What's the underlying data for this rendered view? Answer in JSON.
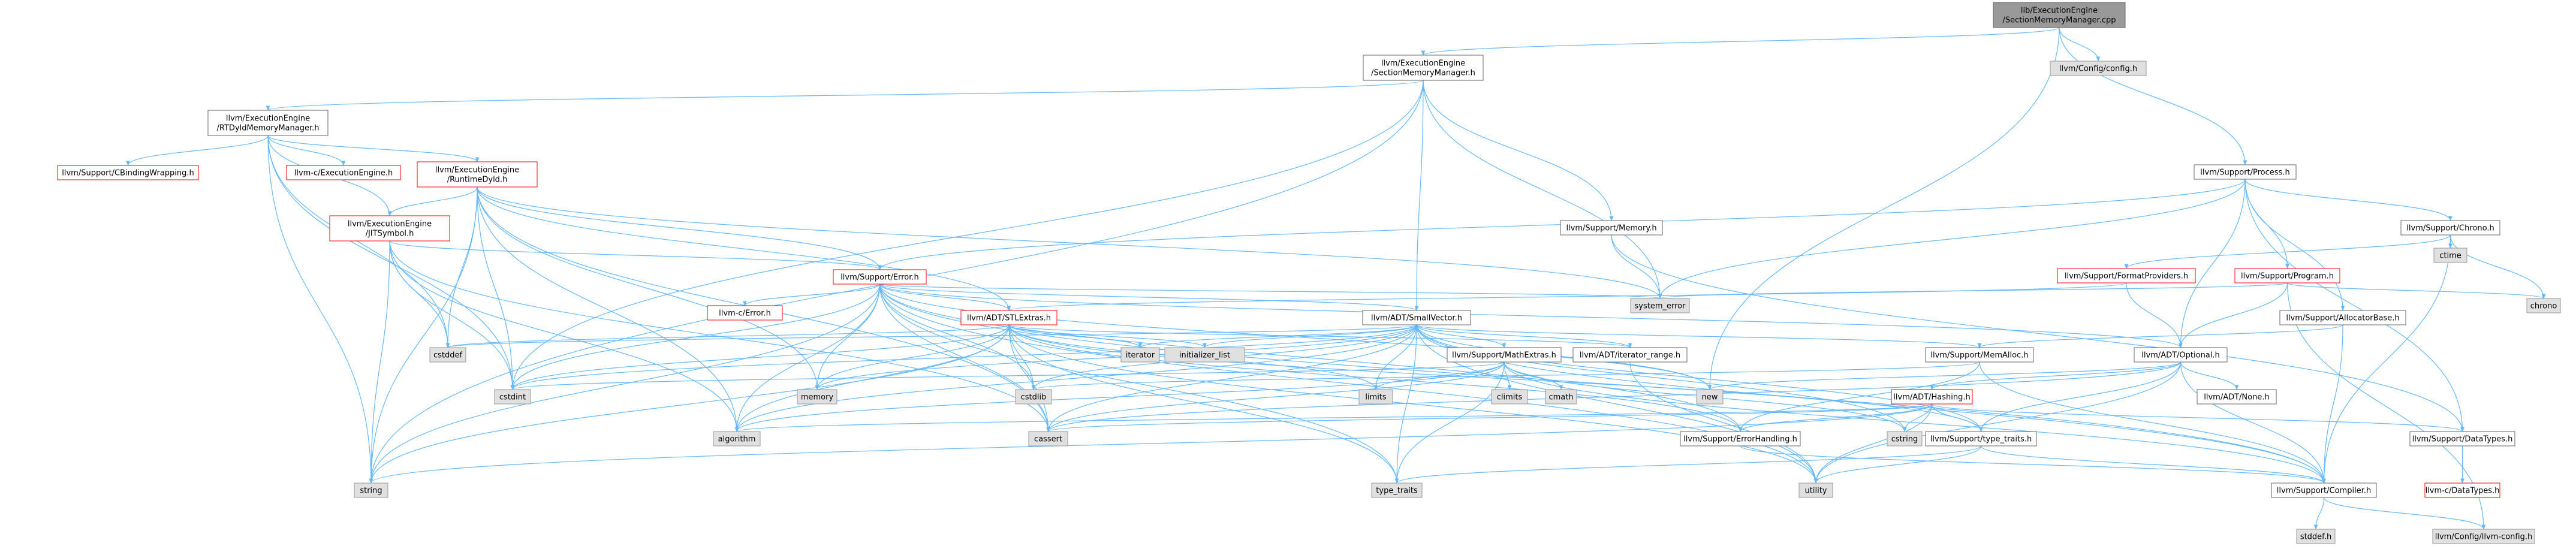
{
  "colors": {
    "root_fill": "#999999",
    "normal_fill": "#ffffff",
    "normal_stroke": "#666666",
    "red_stroke": "#ff0000",
    "red_text": "#ff0000",
    "grey_fill": "#e0e0e0",
    "grey_stroke": "#999999",
    "edge": "#63b8ff"
  },
  "nodes": [
    {
      "id": "root",
      "lines": [
        "lib/ExecutionEngine",
        "/SectionMemoryManager.cpp"
      ],
      "style": "root"
    },
    {
      "id": "smm_h",
      "lines": [
        "llvm/ExecutionEngine",
        "/SectionMemoryManager.h"
      ],
      "style": "normal"
    },
    {
      "id": "config_h",
      "lines": [
        "llvm/Config/config.h"
      ],
      "style": "grey"
    },
    {
      "id": "process_h",
      "lines": [
        "llvm/Support/Process.h"
      ],
      "style": "normal"
    },
    {
      "id": "rtdyld_mm_h",
      "lines": [
        "llvm/ExecutionEngine",
        "/RTDyldMemoryManager.h"
      ],
      "style": "normal"
    },
    {
      "id": "cbinding_h",
      "lines": [
        "llvm/Support/CBindingWrapping.h"
      ],
      "style": "red"
    },
    {
      "id": "llvmc_ee_h",
      "lines": [
        "llvm-c/ExecutionEngine.h"
      ],
      "style": "red"
    },
    {
      "id": "runtimedyld_h",
      "lines": [
        "llvm/ExecutionEngine",
        "/RuntimeDyld.h"
      ],
      "style": "red"
    },
    {
      "id": "jitsymbol_h",
      "lines": [
        "llvm/ExecutionEngine",
        "/JITSymbol.h"
      ],
      "style": "red"
    },
    {
      "id": "error_h",
      "lines": [
        "llvm/Support/Error.h"
      ],
      "style": "red"
    },
    {
      "id": "memory_h",
      "lines": [
        "llvm/Support/Memory.h"
      ],
      "style": "normal"
    },
    {
      "id": "chrono_h",
      "lines": [
        "llvm/Support/Chrono.h"
      ],
      "style": "normal"
    },
    {
      "id": "ctime",
      "lines": [
        "ctime"
      ],
      "style": "grey"
    },
    {
      "id": "format_prov_h",
      "lines": [
        "llvm/Support/FormatProviders.h"
      ],
      "style": "red"
    },
    {
      "id": "program_h",
      "lines": [
        "llvm/Support/Program.h"
      ],
      "style": "red"
    },
    {
      "id": "chrono",
      "lines": [
        "chrono"
      ],
      "style": "grey"
    },
    {
      "id": "system_error",
      "lines": [
        "system_error"
      ],
      "style": "grey"
    },
    {
      "id": "llvmc_error_h",
      "lines": [
        "llvm-c/Error.h"
      ],
      "style": "red"
    },
    {
      "id": "stlextras_h",
      "lines": [
        "llvm/ADT/STLExtras.h"
      ],
      "style": "red"
    },
    {
      "id": "smallvector_h",
      "lines": [
        "llvm/ADT/SmallVector.h"
      ],
      "style": "normal"
    },
    {
      "id": "allocbase_h",
      "lines": [
        "llvm/Support/AllocatorBase.h"
      ],
      "style": "normal"
    },
    {
      "id": "cstddef",
      "lines": [
        "cstddef"
      ],
      "style": "grey"
    },
    {
      "id": "iterator",
      "lines": [
        "iterator"
      ],
      "style": "grey"
    },
    {
      "id": "init_list",
      "lines": [
        "initializer_list"
      ],
      "style": "grey"
    },
    {
      "id": "iter_range_h",
      "lines": [
        "llvm/ADT/iterator_range.h"
      ],
      "style": "normal"
    },
    {
      "id": "mathextras_h",
      "lines": [
        "llvm/Support/MathExtras.h"
      ],
      "style": "normal"
    },
    {
      "id": "memalloc_h",
      "lines": [
        "llvm/Support/MemAlloc.h"
      ],
      "style": "normal"
    },
    {
      "id": "optional_h",
      "lines": [
        "llvm/ADT/Optional.h"
      ],
      "style": "normal"
    },
    {
      "id": "cstdint",
      "lines": [
        "cstdint"
      ],
      "style": "grey"
    },
    {
      "id": "memory",
      "lines": [
        "memory"
      ],
      "style": "grey"
    },
    {
      "id": "cstdlib",
      "lines": [
        "cstdlib"
      ],
      "style": "grey"
    },
    {
      "id": "limits",
      "lines": [
        "limits"
      ],
      "style": "grey"
    },
    {
      "id": "climits",
      "lines": [
        "climits"
      ],
      "style": "grey"
    },
    {
      "id": "cmath",
      "lines": [
        "cmath"
      ],
      "style": "grey"
    },
    {
      "id": "new",
      "lines": [
        "new"
      ],
      "style": "grey"
    },
    {
      "id": "none_h",
      "lines": [
        "llvm/ADT/None.h"
      ],
      "style": "normal"
    },
    {
      "id": "hashing_h",
      "lines": [
        "llvm/ADT/Hashing.h"
      ],
      "style": "red"
    },
    {
      "id": "algorithm",
      "lines": [
        "algorithm"
      ],
      "style": "grey"
    },
    {
      "id": "cassert",
      "lines": [
        "cassert"
      ],
      "style": "grey"
    },
    {
      "id": "cstring",
      "lines": [
        "cstring"
      ],
      "style": "grey"
    },
    {
      "id": "type_traits_h",
      "lines": [
        "llvm/Support/type_traits.h"
      ],
      "style": "normal"
    },
    {
      "id": "datatypes_h",
      "lines": [
        "llvm/Support/DataTypes.h"
      ],
      "style": "normal"
    },
    {
      "id": "errhandling_h",
      "lines": [
        "llvm/Support/ErrorHandling.h"
      ],
      "style": "normal"
    },
    {
      "id": "string",
      "lines": [
        "string"
      ],
      "style": "grey"
    },
    {
      "id": "type_traits",
      "lines": [
        "type_traits"
      ],
      "style": "grey"
    },
    {
      "id": "utility",
      "lines": [
        "utility"
      ],
      "style": "grey"
    },
    {
      "id": "compiler_h",
      "lines": [
        "llvm/Support/Compiler.h"
      ],
      "style": "normal"
    },
    {
      "id": "llvmc_datatypes_h",
      "lines": [
        "llvm-c/DataTypes.h"
      ],
      "style": "red"
    },
    {
      "id": "stddef_h",
      "lines": [
        "stddef.h"
      ],
      "style": "grey"
    },
    {
      "id": "llvm_config_h",
      "lines": [
        "llvm/Config/llvm-config.h"
      ],
      "style": "grey"
    }
  ],
  "edges": [
    [
      "root",
      "smm_h"
    ],
    [
      "root",
      "config_h"
    ],
    [
      "root",
      "process_h"
    ],
    [
      "root",
      "new"
    ],
    [
      "smm_h",
      "rtdyld_mm_h"
    ],
    [
      "smm_h",
      "smallvector_h"
    ],
    [
      "smm_h",
      "memory_h"
    ],
    [
      "smm_h",
      "cstdint"
    ],
    [
      "smm_h",
      "string"
    ],
    [
      "smm_h",
      "system_error"
    ],
    [
      "process_h",
      "error_h"
    ],
    [
      "process_h",
      "chrono_h"
    ],
    [
      "process_h",
      "program_h"
    ],
    [
      "process_h",
      "allocbase_h"
    ],
    [
      "process_h",
      "optional_h"
    ],
    [
      "process_h",
      "system_error"
    ],
    [
      "process_h",
      "datatypes_h"
    ],
    [
      "rtdyld_mm_h",
      "cbinding_h"
    ],
    [
      "rtdyld_mm_h",
      "llvmc_ee_h"
    ],
    [
      "rtdyld_mm_h",
      "runtimedyld_h"
    ],
    [
      "rtdyld_mm_h",
      "jitsymbol_h"
    ],
    [
      "rtdyld_mm_h",
      "cstddef"
    ],
    [
      "rtdyld_mm_h",
      "cstdint"
    ],
    [
      "rtdyld_mm_h",
      "string"
    ],
    [
      "runtimedyld_h",
      "jitsymbol_h"
    ],
    [
      "runtimedyld_h",
      "error_h"
    ],
    [
      "runtimedyld_h",
      "stlextras_h"
    ],
    [
      "runtimedyld_h",
      "algorithm"
    ],
    [
      "runtimedyld_h",
      "cassert"
    ],
    [
      "runtimedyld_h",
      "cstddef"
    ],
    [
      "runtimedyld_h",
      "cstdint"
    ],
    [
      "runtimedyld_h",
      "memory"
    ],
    [
      "runtimedyld_h",
      "string"
    ],
    [
      "runtimedyld_h",
      "system_error"
    ],
    [
      "jitsymbol_h",
      "error_h"
    ],
    [
      "jitsymbol_h",
      "cstddef"
    ],
    [
      "jitsymbol_h",
      "cstdint"
    ],
    [
      "jitsymbol_h",
      "cassert"
    ],
    [
      "jitsymbol_h",
      "string"
    ],
    [
      "jitsymbol_h",
      "algorithm"
    ],
    [
      "error_h",
      "llvmc_error_h"
    ],
    [
      "error_h",
      "stlextras_h"
    ],
    [
      "error_h",
      "smallvector_h"
    ],
    [
      "error_h",
      "optional_h"
    ],
    [
      "error_h",
      "algorithm"
    ],
    [
      "error_h",
      "cassert"
    ],
    [
      "error_h",
      "cstdint"
    ],
    [
      "error_h",
      "cstdlib"
    ],
    [
      "error_h",
      "memory"
    ],
    [
      "error_h",
      "new"
    ],
    [
      "error_h",
      "string"
    ],
    [
      "error_h",
      "system_error"
    ],
    [
      "error_h",
      "type_traits"
    ],
    [
      "error_h",
      "utility"
    ],
    [
      "error_h",
      "errhandling_h"
    ],
    [
      "error_h",
      "compiler_h"
    ],
    [
      "memory_h",
      "system_error"
    ],
    [
      "memory_h",
      "datatypes_h"
    ],
    [
      "chrono_h",
      "ctime"
    ],
    [
      "chrono_h",
      "chrono"
    ],
    [
      "chrono_h",
      "format_prov_h"
    ],
    [
      "chrono_h",
      "compiler_h"
    ],
    [
      "format_prov_h",
      "optional_h"
    ],
    [
      "format_prov_h",
      "stlextras_h"
    ],
    [
      "program_h",
      "system_error"
    ],
    [
      "program_h",
      "optional_h"
    ],
    [
      "program_h",
      "chrono"
    ],
    [
      "program_h",
      "llvm_config_h"
    ],
    [
      "stlextras_h",
      "cstddef"
    ],
    [
      "stlextras_h",
      "iterator"
    ],
    [
      "stlextras_h",
      "init_list"
    ],
    [
      "stlextras_h",
      "iter_range_h"
    ],
    [
      "stlextras_h",
      "cstdint"
    ],
    [
      "stlextras_h",
      "memory"
    ],
    [
      "stlextras_h",
      "cstdlib"
    ],
    [
      "stlextras_h",
      "limits"
    ],
    [
      "stlextras_h",
      "algorithm"
    ],
    [
      "stlextras_h",
      "cassert"
    ],
    [
      "stlextras_h",
      "string"
    ],
    [
      "stlextras_h",
      "type_traits"
    ],
    [
      "stlextras_h",
      "utility"
    ],
    [
      "stlextras_h",
      "errhandling_h"
    ],
    [
      "stlextras_h",
      "type_traits_h"
    ],
    [
      "smallvector_h",
      "iter_range_h"
    ],
    [
      "smallvector_h",
      "mathextras_h"
    ],
    [
      "smallvector_h",
      "memalloc_h"
    ],
    [
      "smallvector_h",
      "compiler_h"
    ],
    [
      "smallvector_h",
      "type_traits_h"
    ],
    [
      "smallvector_h",
      "algorithm"
    ],
    [
      "smallvector_h",
      "cassert"
    ],
    [
      "smallvector_h",
      "cstddef"
    ],
    [
      "smallvector_h",
      "cstdlib"
    ],
    [
      "smallvector_h",
      "cstring"
    ],
    [
      "smallvector_h",
      "init_list"
    ],
    [
      "smallvector_h",
      "iterator"
    ],
    [
      "smallvector_h",
      "limits"
    ],
    [
      "smallvector_h",
      "memory"
    ],
    [
      "smallvector_h",
      "new"
    ],
    [
      "smallvector_h",
      "type_traits"
    ],
    [
      "smallvector_h",
      "utility"
    ],
    [
      "smallvector_h",
      "cstdint"
    ],
    [
      "allocbase_h",
      "memalloc_h"
    ],
    [
      "allocbase_h",
      "compiler_h"
    ],
    [
      "iter_range_h",
      "utility"
    ],
    [
      "mathextras_h",
      "climits"
    ],
    [
      "mathextras_h",
      "cmath"
    ],
    [
      "mathextras_h",
      "limits"
    ],
    [
      "mathextras_h",
      "compiler_h"
    ],
    [
      "mathextras_h",
      "algorithm"
    ],
    [
      "mathextras_h",
      "cassert"
    ],
    [
      "mathextras_h",
      "cstdint"
    ],
    [
      "mathextras_h",
      "type_traits"
    ],
    [
      "mathextras_h",
      "cstring"
    ],
    [
      "memalloc_h",
      "errhandling_h"
    ],
    [
      "memalloc_h",
      "compiler_h"
    ],
    [
      "memalloc_h",
      "cstdlib"
    ],
    [
      "optional_h",
      "none_h"
    ],
    [
      "optional_h",
      "hashing_h"
    ],
    [
      "optional_h",
      "type_traits_h"
    ],
    [
      "optional_h",
      "compiler_h"
    ],
    [
      "optional_h",
      "cassert"
    ],
    [
      "optional_h",
      "new"
    ],
    [
      "optional_h",
      "utility"
    ],
    [
      "hashing_h",
      "errhandling_h"
    ],
    [
      "hashing_h",
      "type_traits_h"
    ],
    [
      "hashing_h",
      "datatypes_h"
    ],
    [
      "hashing_h",
      "algorithm"
    ],
    [
      "hashing_h",
      "cassert"
    ],
    [
      "hashing_h",
      "cstring"
    ],
    [
      "hashing_h",
      "string"
    ],
    [
      "hashing_h",
      "tuple_fake_skip"
    ],
    [
      "hashing_h",
      "utility"
    ],
    [
      "type_traits_h",
      "compiler_h"
    ],
    [
      "type_traits_h",
      "type_traits"
    ],
    [
      "type_traits_h",
      "utility"
    ],
    [
      "errhandling_h",
      "compiler_h"
    ],
    [
      "datatypes_h",
      "llvmc_datatypes_h"
    ],
    [
      "compiler_h",
      "stddef_h"
    ],
    [
      "compiler_h",
      "llvm_config_h"
    ]
  ]
}
